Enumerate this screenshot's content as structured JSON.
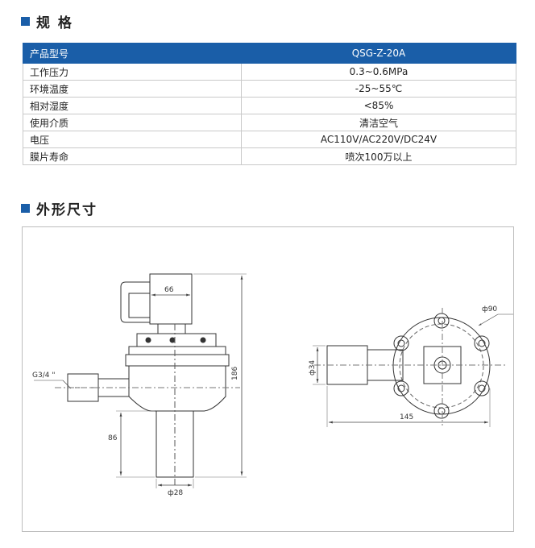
{
  "spec_section": {
    "title": "规 格"
  },
  "spec_table": {
    "header": {
      "label": "产品型号",
      "value": "QSG-Z-20A"
    },
    "rows": [
      {
        "label": "工作压力",
        "value": "0.3~0.6MPa"
      },
      {
        "label": "环境温度",
        "value": "-25~55℃"
      },
      {
        "label": "相对湿度",
        "value": "<85%"
      },
      {
        "label": "使用介质",
        "value": "清洁空气"
      },
      {
        "label": "电压",
        "value": "AC110V/AC220V/DC24V"
      },
      {
        "label": "膜片寿命",
        "value": "喷次100万以上"
      }
    ]
  },
  "dims_section": {
    "title": "外形尺寸"
  },
  "drawing": {
    "dim_66": "66",
    "dim_186": "186",
    "dim_86": "86",
    "dim_phi28": "ф28",
    "thread": "G3/4 \"",
    "dim_phi34": "ф34",
    "dim_145": "145",
    "dim_phi90": "ф90"
  }
}
